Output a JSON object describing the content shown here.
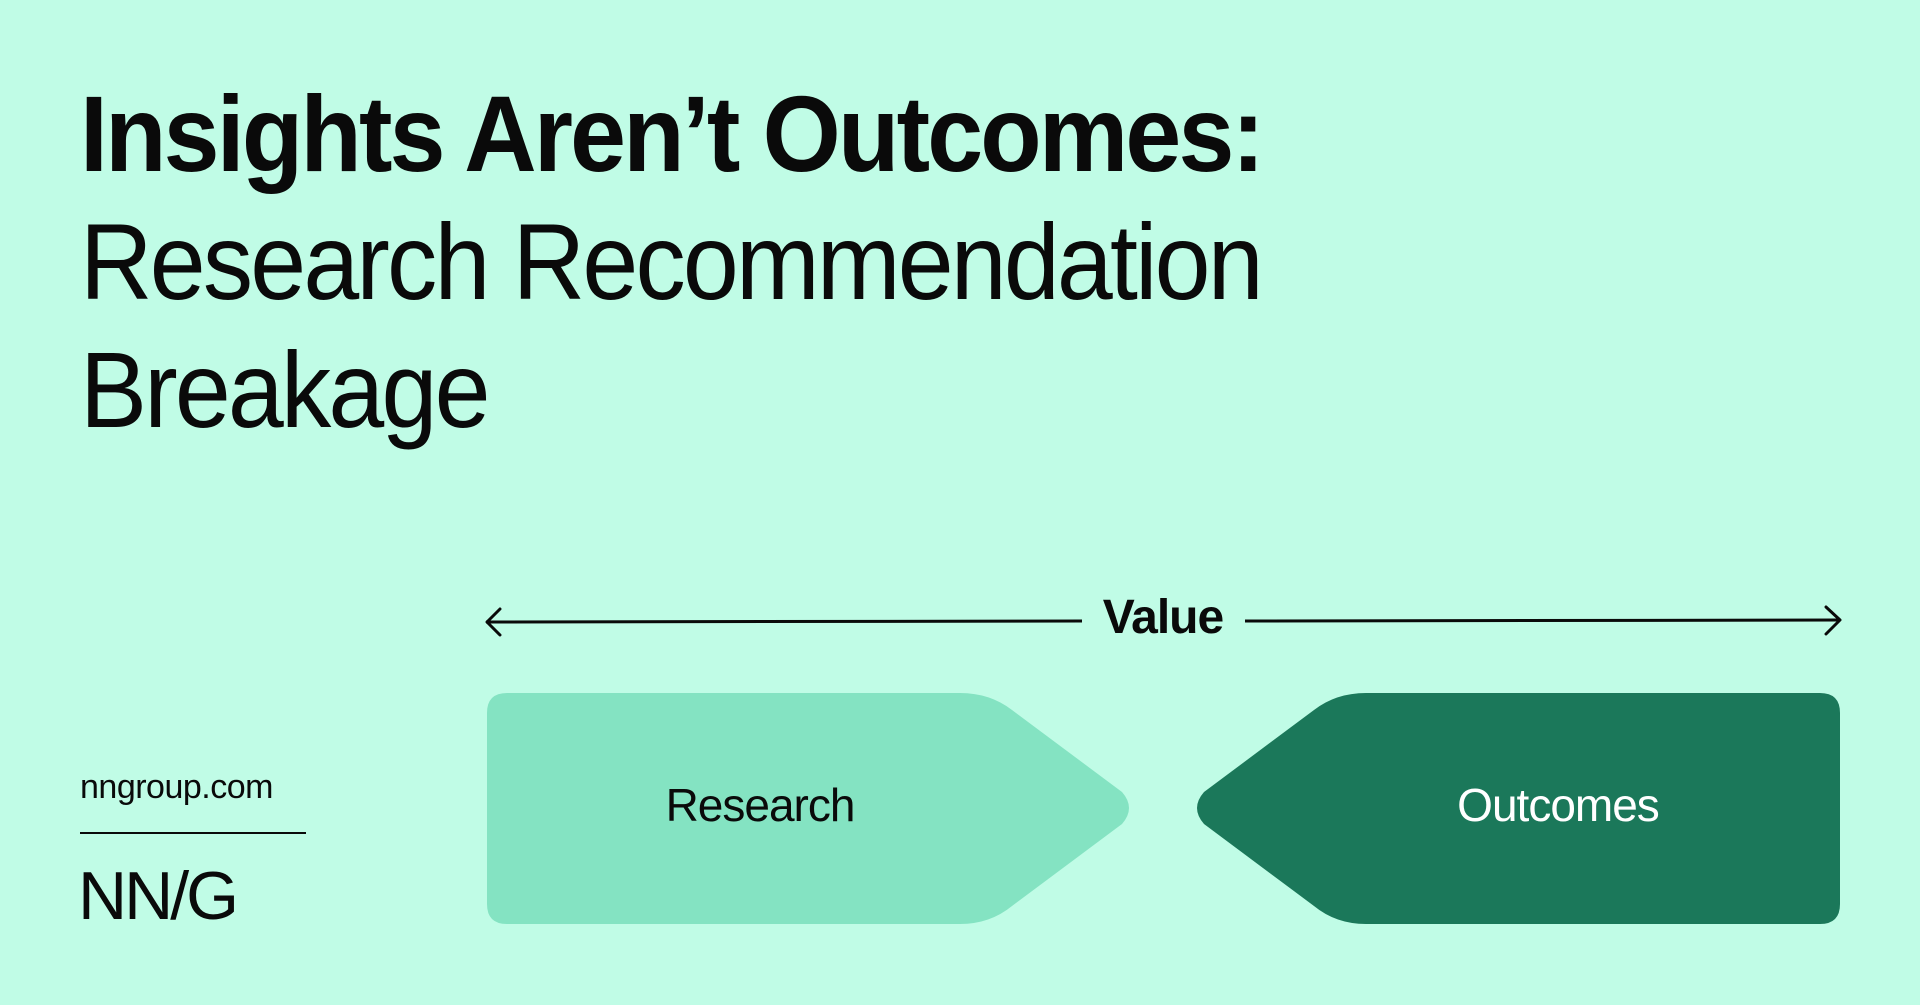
{
  "header": {
    "title_line_1": "Insights Aren’t Outcomes:",
    "title_line_2": "Research Recommendation",
    "title_line_3": "Breakage"
  },
  "footer": {
    "url": "nngroup.com",
    "logo": "NN/G"
  },
  "diagram": {
    "axis_label": "Value",
    "axis_icons": [
      "arrow-left-icon",
      "arrow-right-icon"
    ],
    "nodes": [
      {
        "label": "Research",
        "color": "#84E3C2",
        "text_color": "#0A0A0A",
        "direction": "points-right"
      },
      {
        "label": "Outcomes",
        "color": "#1B785A",
        "text_color": "#FFFFFF",
        "direction": "points-left"
      }
    ]
  },
  "colors": {
    "background": "#C0FCE6",
    "text": "#0A0A0A",
    "research": "#84E3C2",
    "outcomes": "#1B785A"
  }
}
